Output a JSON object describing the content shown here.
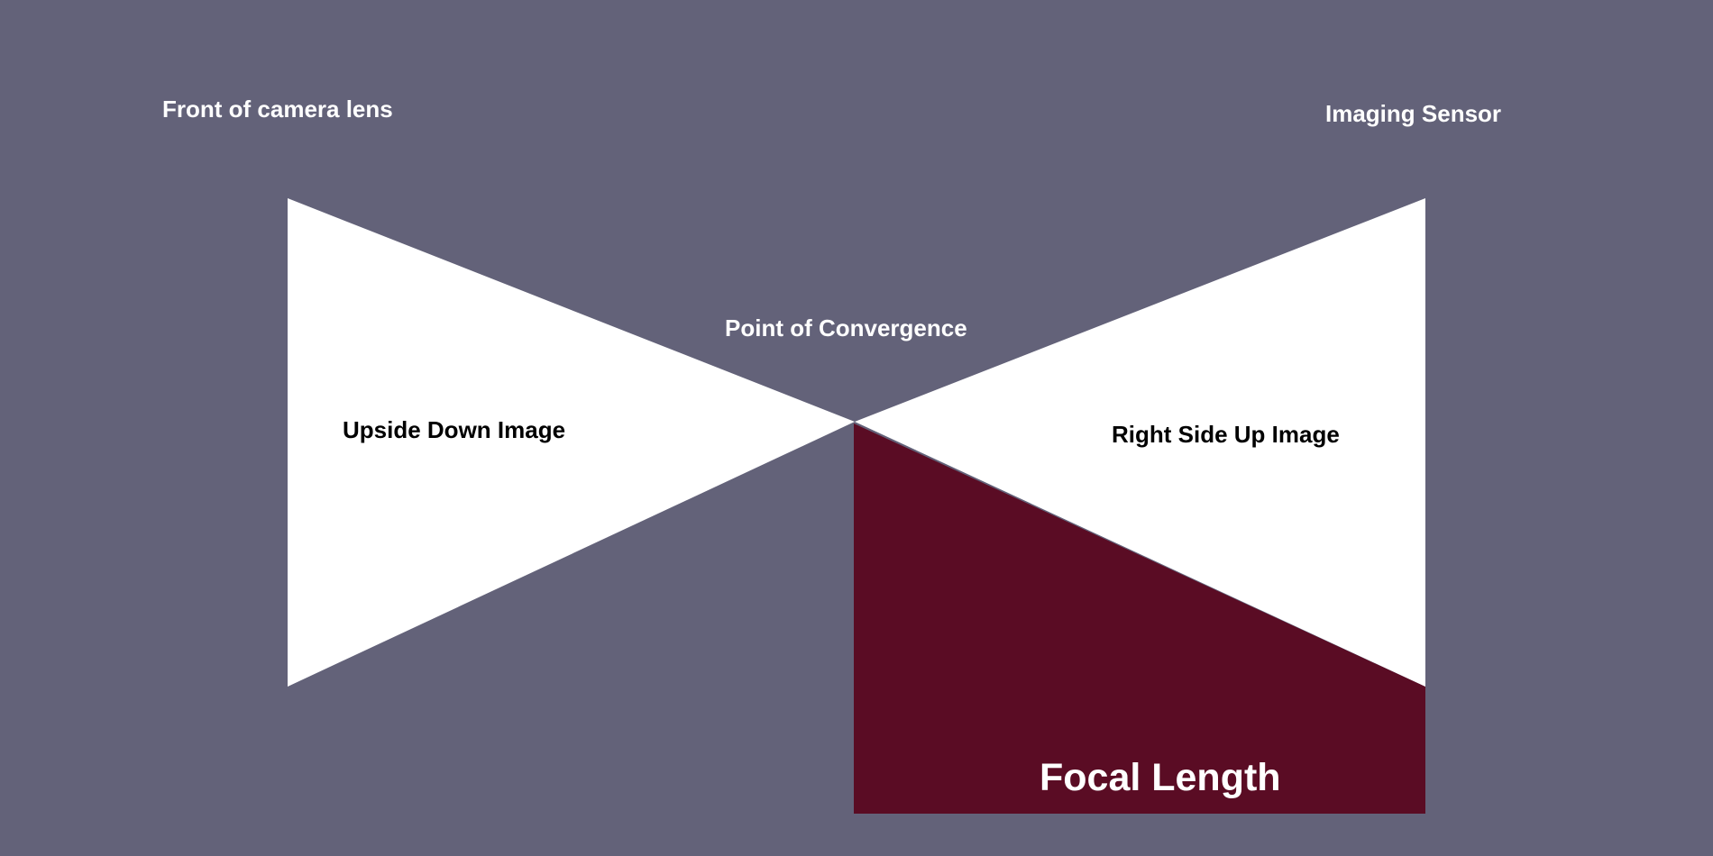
{
  "colors": {
    "background": "#636279",
    "light_triangles": "#ffffff",
    "focal_region": "#5a0c24",
    "label_light": "#ffffff",
    "label_dark": "#000000"
  },
  "labels": {
    "front_lens": "Front of camera lens",
    "imaging_sensor": "Imaging Sensor",
    "convergence": "Point of Convergence",
    "upside_down": "Upside Down Image",
    "right_side_up": "Right Side Up Image",
    "focal_length": "Focal Length"
  }
}
